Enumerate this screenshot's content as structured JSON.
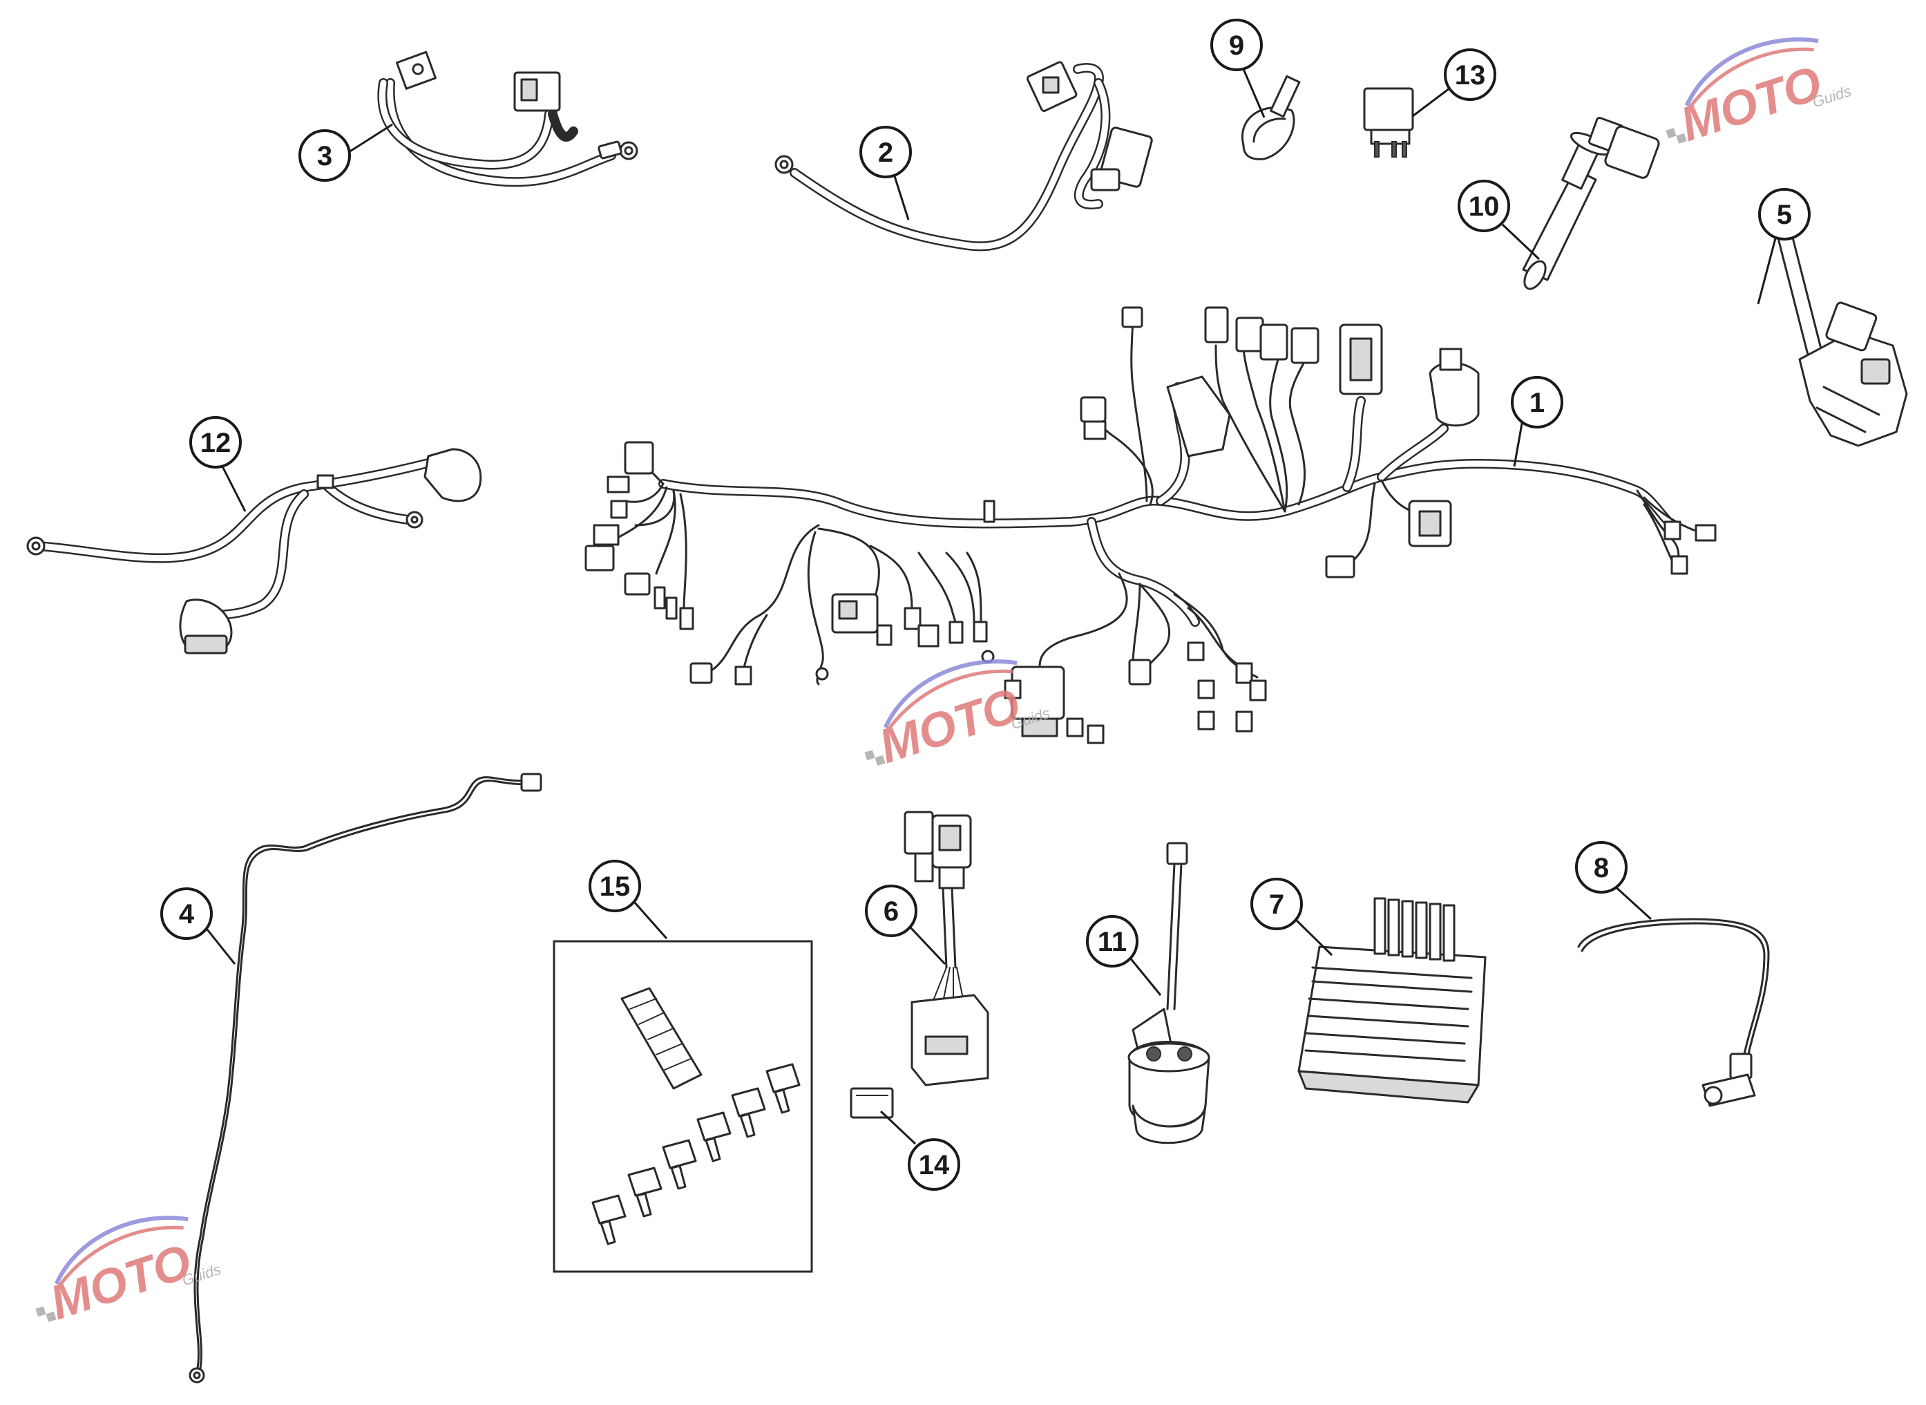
{
  "callouts": [
    {
      "id": "1",
      "label": "1"
    },
    {
      "id": "2",
      "label": "2"
    },
    {
      "id": "3",
      "label": "3"
    },
    {
      "id": "4",
      "label": "4"
    },
    {
      "id": "5",
      "label": "5"
    },
    {
      "id": "6",
      "label": "6"
    },
    {
      "id": "7",
      "label": "7"
    },
    {
      "id": "8",
      "label": "8"
    },
    {
      "id": "9",
      "label": "9"
    },
    {
      "id": "10",
      "label": "10"
    },
    {
      "id": "11",
      "label": "11"
    },
    {
      "id": "12",
      "label": "12"
    },
    {
      "id": "13",
      "label": "13"
    },
    {
      "id": "14",
      "label": "14"
    },
    {
      "id": "15",
      "label": "15"
    }
  ],
  "watermark": {
    "brand": "MOTO",
    "sub": "Guids",
    "colors": {
      "red": "#e07a7a",
      "blue": "#8a8ad8",
      "gray": "#aaaaaa"
    }
  }
}
